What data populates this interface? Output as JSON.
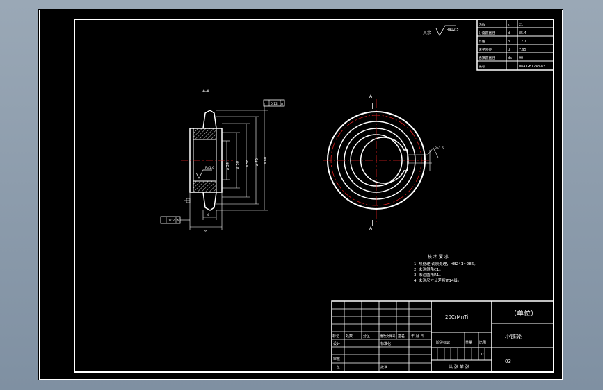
{
  "section_label": "A-A",
  "roughness_top": "Ra12.5",
  "roughness_hub": "Ra1.6",
  "roughness_keyway": "Ra1.6",
  "runout_tolerance": "0.12",
  "datum_tolerance": "0.02",
  "datum_letter": "A",
  "face_width_dim": "28",
  "hub_width_dim": "4",
  "diameters": [
    "⌀ 34",
    "⌀ 50",
    "⌀ 58",
    "⌀ 70",
    "⌀ 80"
  ],
  "section_marks": [
    "A",
    "A"
  ],
  "param_table": [
    [
      "齿数",
      "z",
      "21"
    ],
    [
      "分度圆直径",
      "d",
      "85.4"
    ],
    [
      "节距",
      "p",
      "12.7"
    ],
    [
      "滚子外径",
      "dr",
      "7.95"
    ],
    [
      "齿顶圆直径",
      "da",
      "90"
    ],
    [
      "链号",
      "",
      "08A GB1243-83"
    ]
  ],
  "tech_req": {
    "title": "技 术 要 求",
    "items": [
      "1. 热处理 调质处理，HB241~286。",
      "2. 未注倒角C1。",
      "3. 未注圆角R1。",
      "4. 未注尺寸公差按IT14级。"
    ]
  },
  "title_block": {
    "material": "20CrMnTi",
    "unit": "（单位）",
    "part_name": "小链轮",
    "drawing_no": "03",
    "row_labels": [
      "标记",
      "处数",
      "分区",
      "更改文件号",
      "签名",
      "年 月 日"
    ],
    "left_labels": [
      "设计",
      "审核",
      "工艺"
    ],
    "std_label": "标准化",
    "approve_label": "批准",
    "stage_label": "阶段标记",
    "weight_label": "重量",
    "scale_label": "比例",
    "scale_value": "1:1",
    "sheets_label": "共 张 第 张"
  }
}
